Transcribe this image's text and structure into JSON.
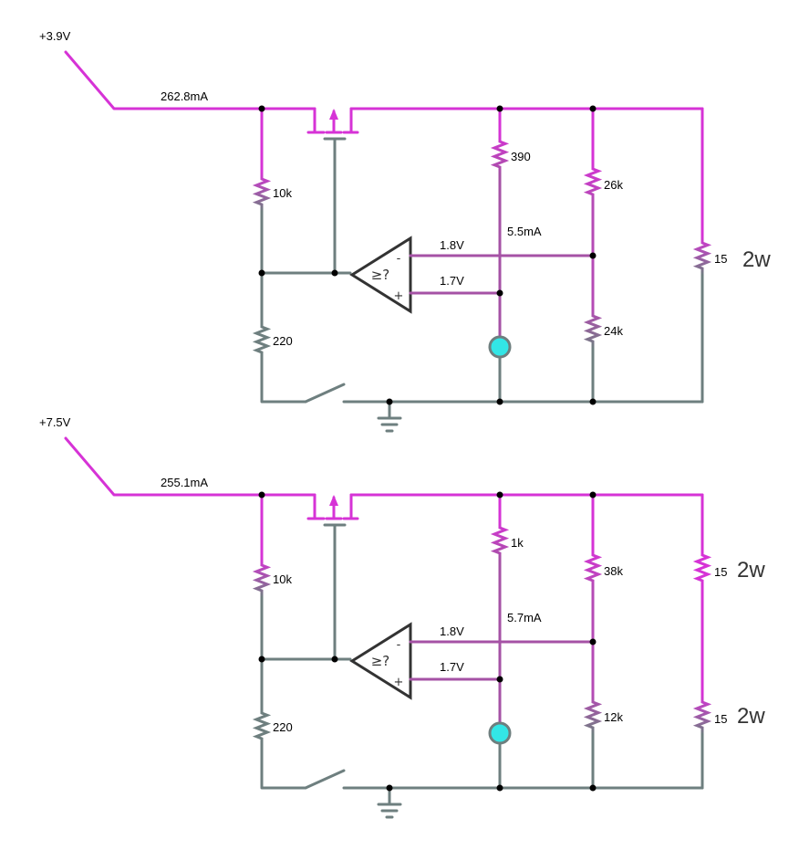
{
  "colors": {
    "high": "#d633d6",
    "mid": "#a552a5",
    "mid2": "#b54bb5",
    "low": "#6e7f7f",
    "node": "#000000",
    "led": "#33e6e6",
    "opamp": "#333333"
  },
  "circuits": [
    {
      "source_label": "+3.9V",
      "current_label": "262.8mA",
      "r_top_left": "10k",
      "r_bottom_left": "220",
      "r_led": "390",
      "r_div_top": "26k",
      "r_div_bottom": "24k",
      "led_current": "5.5mA",
      "inv_voltage": "1.8V",
      "noninv_voltage": "1.7V",
      "comparator_symbol": "≥?",
      "pin_minus": "-",
      "pin_plus": "+",
      "loads": [
        {
          "value": "15",
          "power": "2w"
        }
      ]
    },
    {
      "source_label": "+7.5V",
      "current_label": "255.1mA",
      "r_top_left": "10k",
      "r_bottom_left": "220",
      "r_led": "1k",
      "r_div_top": "38k",
      "r_div_bottom": "12k",
      "led_current": "5.7mA",
      "inv_voltage": "1.8V",
      "noninv_voltage": "1.7V",
      "comparator_symbol": "≥?",
      "pin_minus": "-",
      "pin_plus": "+",
      "loads": [
        {
          "value": "15",
          "power": "2w"
        },
        {
          "value": "15",
          "power": "2w"
        }
      ]
    }
  ]
}
